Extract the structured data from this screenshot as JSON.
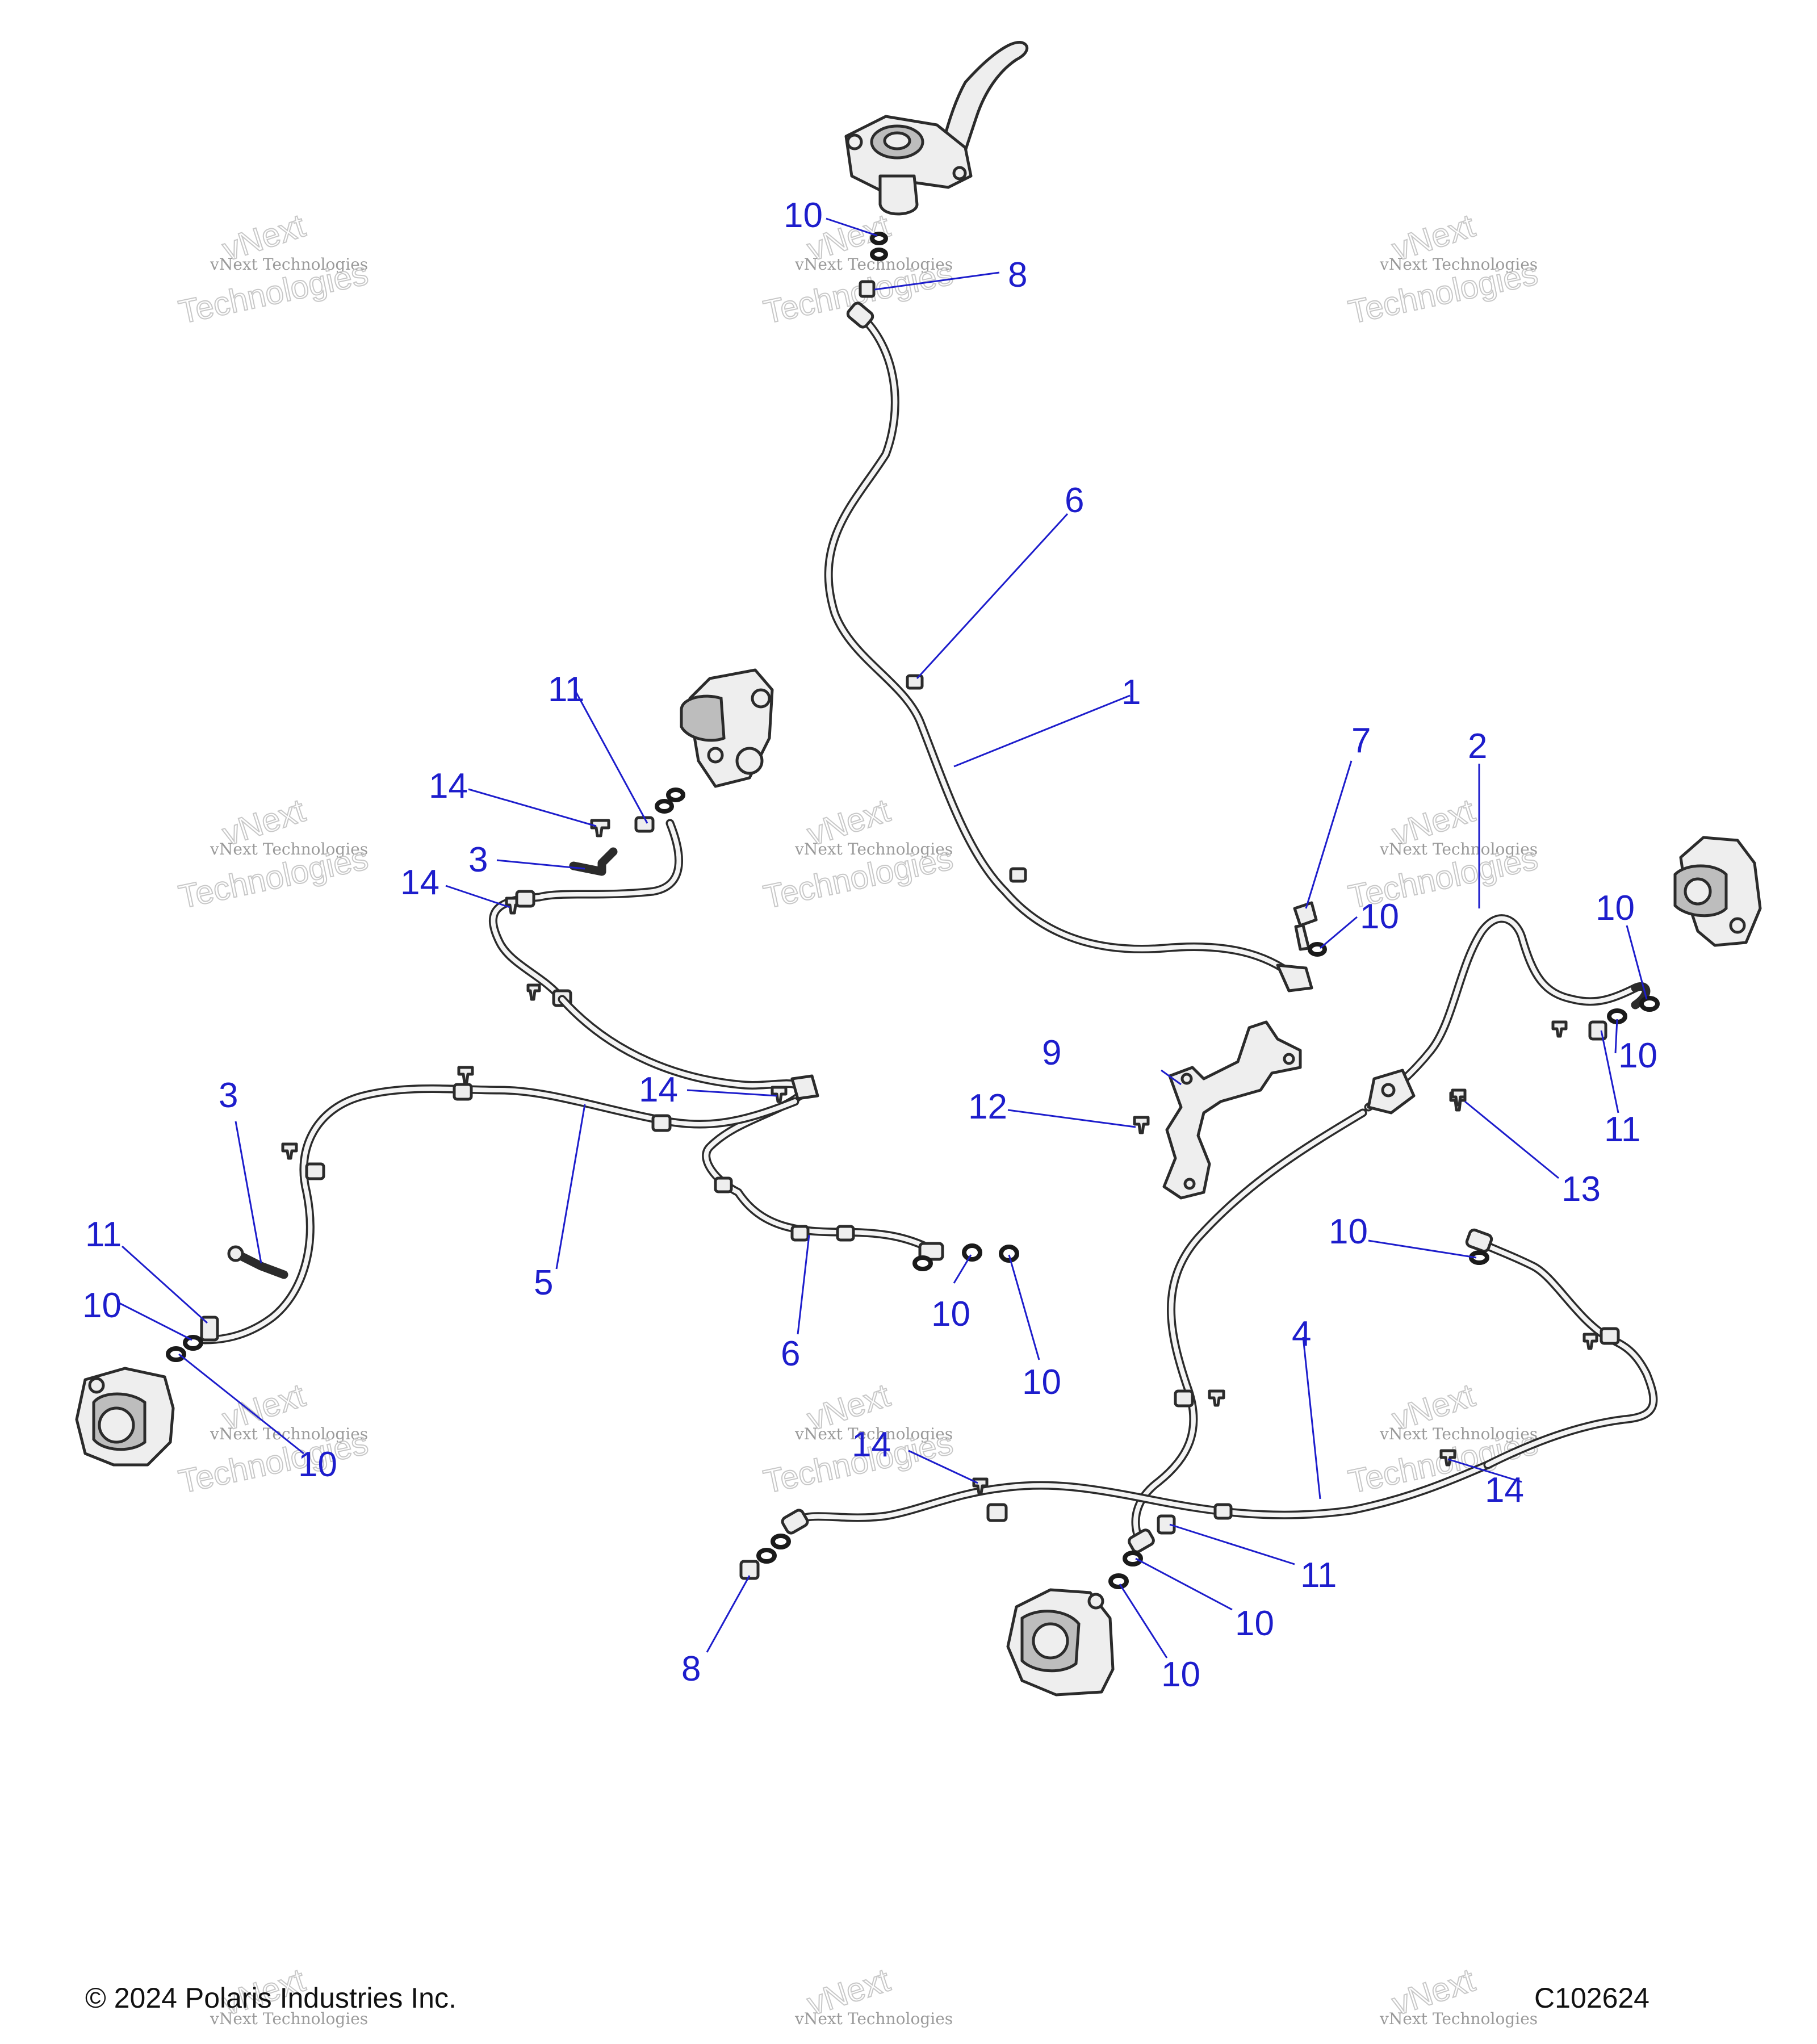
{
  "footer": {
    "copyright": "© 2024 Polaris Industries Inc.",
    "diagram_id": "C102624"
  },
  "watermark": {
    "line1": "vNext",
    "line2": "vNext Technologies",
    "line3": "Technologies"
  },
  "callouts": {
    "n1": "1",
    "n2": "2",
    "n3": "3",
    "n4": "4",
    "n5": "5",
    "n6": "6",
    "n7": "7",
    "n8": "8",
    "n9": "9",
    "n10": "10",
    "n11": "11",
    "n12": "12",
    "n13": "13",
    "n14": "14"
  },
  "colors": {
    "callout": "#1d1dcc",
    "line_art": "#2b2b2b",
    "watermark": "#9a9a9a"
  }
}
